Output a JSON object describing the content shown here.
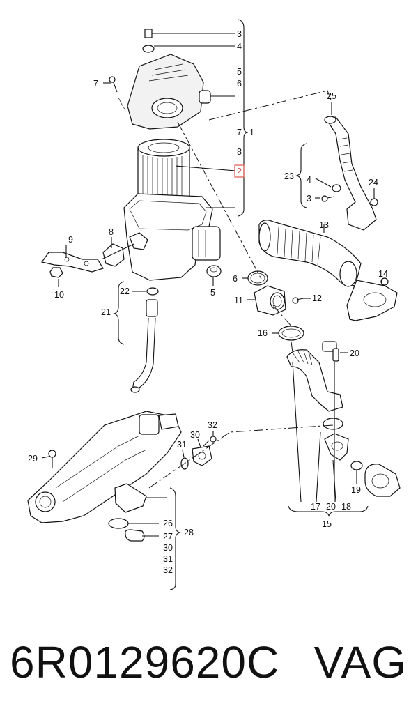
{
  "diagram": {
    "callouts": [
      "3",
      "4",
      "5",
      "6",
      "7",
      "1",
      "8",
      "2",
      "25",
      "23",
      "4",
      "3",
      "24",
      "13",
      "9",
      "8",
      "10",
      "6",
      "11",
      "12",
      "14",
      "16",
      "20",
      "22",
      "21",
      "5",
      "32",
      "30",
      "31",
      "29",
      "26",
      "27",
      "28",
      "30",
      "31",
      "32",
      "17",
      "20",
      "18",
      "19",
      "15",
      "7"
    ],
    "highlight_callout": "2",
    "highlight_color": "#e0564f"
  },
  "footer": {
    "part_number": "6R0129620C",
    "brand": "VAG"
  }
}
